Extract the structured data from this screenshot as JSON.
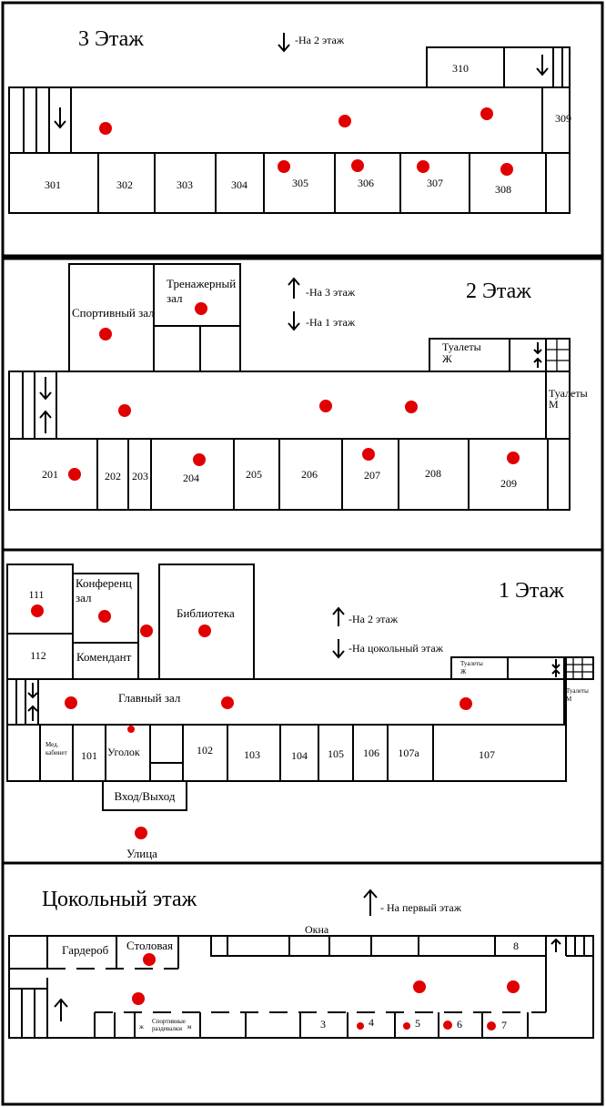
{
  "floors": {
    "f3": {
      "title": "3 Этаж",
      "legend": [
        {
          "dir": "down",
          "text": "-На 2 этаж"
        }
      ],
      "rooms": [
        "301",
        "302",
        "303",
        "304",
        "305",
        "306",
        "307",
        "308",
        "309",
        "310"
      ]
    },
    "f2": {
      "title": "2 Этаж",
      "legend": [
        {
          "dir": "up",
          "text": "-На 3 этаж"
        },
        {
          "dir": "down",
          "text": "-На 1 этаж"
        }
      ],
      "rooms": [
        "201",
        "202",
        "203",
        "204",
        "205",
        "206",
        "207",
        "208",
        "209"
      ],
      "sport_hall": "Спортивный зал",
      "gym_line1": "Тренажерный",
      "gym_line2": "зал",
      "wc_f_line1": "Туалеты",
      "wc_f_line2": "Ж",
      "wc_m_line1": "Туалеты",
      "wc_m_line2": "М"
    },
    "f1": {
      "title": "1 Этаж",
      "legend": [
        {
          "dir": "up",
          "text": "-На 2 этаж"
        },
        {
          "dir": "down",
          "text": "-На цокольный этаж"
        }
      ],
      "rooms": [
        "111",
        "112",
        "101",
        "102",
        "103",
        "104",
        "105",
        "106",
        "107а",
        "107"
      ],
      "conf_line1": "Конференц",
      "conf_line2": "зал",
      "commandant": "Комендант",
      "library": "Библиотека",
      "main_hall": "Главный зал",
      "med_line1": "Мед.",
      "med_line2": "кабинет",
      "corner": "Уголок",
      "entrance": "Вход/Выход",
      "street": "Улица",
      "wc_f_line1": "Туалеты",
      "wc_f_line2": "Ж",
      "wc_m_line1": "Туалеты",
      "wc_m_line2": "М"
    },
    "f0": {
      "title": "Цокольный этаж",
      "legend": [
        {
          "dir": "up",
          "text": "- На первый этаж"
        }
      ],
      "windows": "Окна",
      "wardrobe": "Гардероб",
      "canteen": "Столовая",
      "locker_line1": "Спортивные",
      "locker_line2": "раздевалки",
      "locker_f": "ж",
      "locker_m": "м",
      "rooms": [
        "3",
        "4",
        "5",
        "6",
        "7",
        "8"
      ]
    }
  },
  "colors": {
    "marker": "#e00000",
    "line": "#000000",
    "background": "#ffffff"
  },
  "icons": {
    "up": "arrow-up-icon",
    "down": "arrow-down-icon",
    "marker": "red-dot-marker"
  }
}
